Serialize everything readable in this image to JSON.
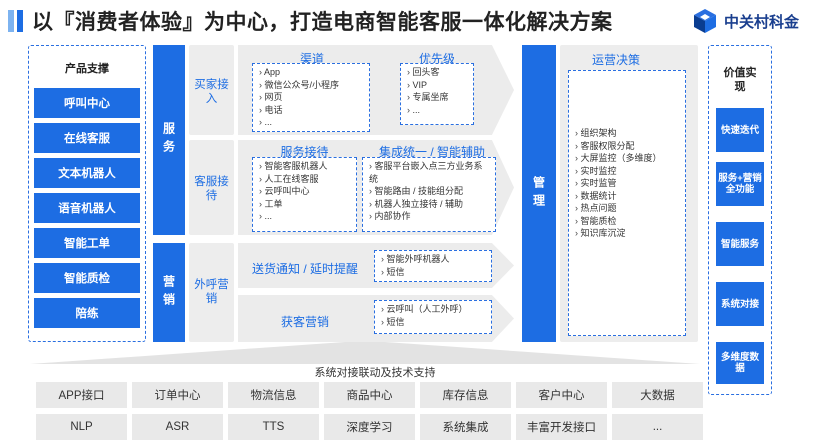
{
  "header": {
    "title": "以『消费者体验』为中心，打造电商智能客服一体化解决方案",
    "logo_text": "中关村科金",
    "accent_colors": [
      "#1d6de3",
      "#7db3f0",
      "#0a3d91"
    ]
  },
  "left": {
    "title": "产品支撑",
    "items": [
      "呼叫中心",
      "在线客服",
      "文本机器人",
      "语音机器人",
      "智能工单",
      "智能质检",
      "陪练"
    ]
  },
  "service": {
    "label": "服务",
    "buyer": {
      "label": "买家接入",
      "channel_title": "渠道",
      "channels": [
        "App",
        "微信公众号/小程序",
        "网页",
        "电话",
        "..."
      ],
      "priority_title": "优先级",
      "priorities": [
        "回头客",
        "VIP",
        "专属坐席",
        "..."
      ]
    },
    "support": {
      "label": "客服接待",
      "reception_title": "服务接待",
      "receptions": [
        "智能客服机器人",
        "人工在线客服",
        "云呼叫中心",
        "工单",
        "..."
      ],
      "integration_title": "集成统一 / 智能辅助",
      "integrations": [
        "客服平台嵌入点三方业务系统",
        "智能路由 / 技能组分配",
        "机器人独立接待 / 辅助",
        "内部协作"
      ]
    }
  },
  "marketing": {
    "label": "营销",
    "outbound_label": "外呼营销",
    "delivery_title": "送货通知 / 延时提醒",
    "delivery_items": [
      "智能外呼机器人",
      "短信"
    ],
    "acquire_title": "获客营销",
    "acquire_items": [
      "云呼叫（人工外呼）",
      "短信"
    ]
  },
  "management": {
    "label": "管理"
  },
  "operations": {
    "title": "运营决策",
    "items": [
      "组织架构",
      "客服权限分配",
      "大屏监控（多维度）",
      "实时监控",
      "实时监管",
      "数据统计",
      "热点问题",
      "智能质检",
      "知识库沉淀"
    ]
  },
  "value": {
    "title": "价值实现",
    "items": [
      "快速迭代",
      "服务+营销全功能",
      "智能服务",
      "系统对接",
      "多维度数据"
    ]
  },
  "bottom": {
    "caption": "系统对接联动及技术支持",
    "row1": [
      "APP接口",
      "订单中心",
      "物流信息",
      "商品中心",
      "库存信息",
      "客户中心",
      "大数据"
    ],
    "row2": [
      "NLP",
      "ASR",
      "TTS",
      "深度学习",
      "系统集成",
      "丰富开发接口",
      "..."
    ]
  }
}
